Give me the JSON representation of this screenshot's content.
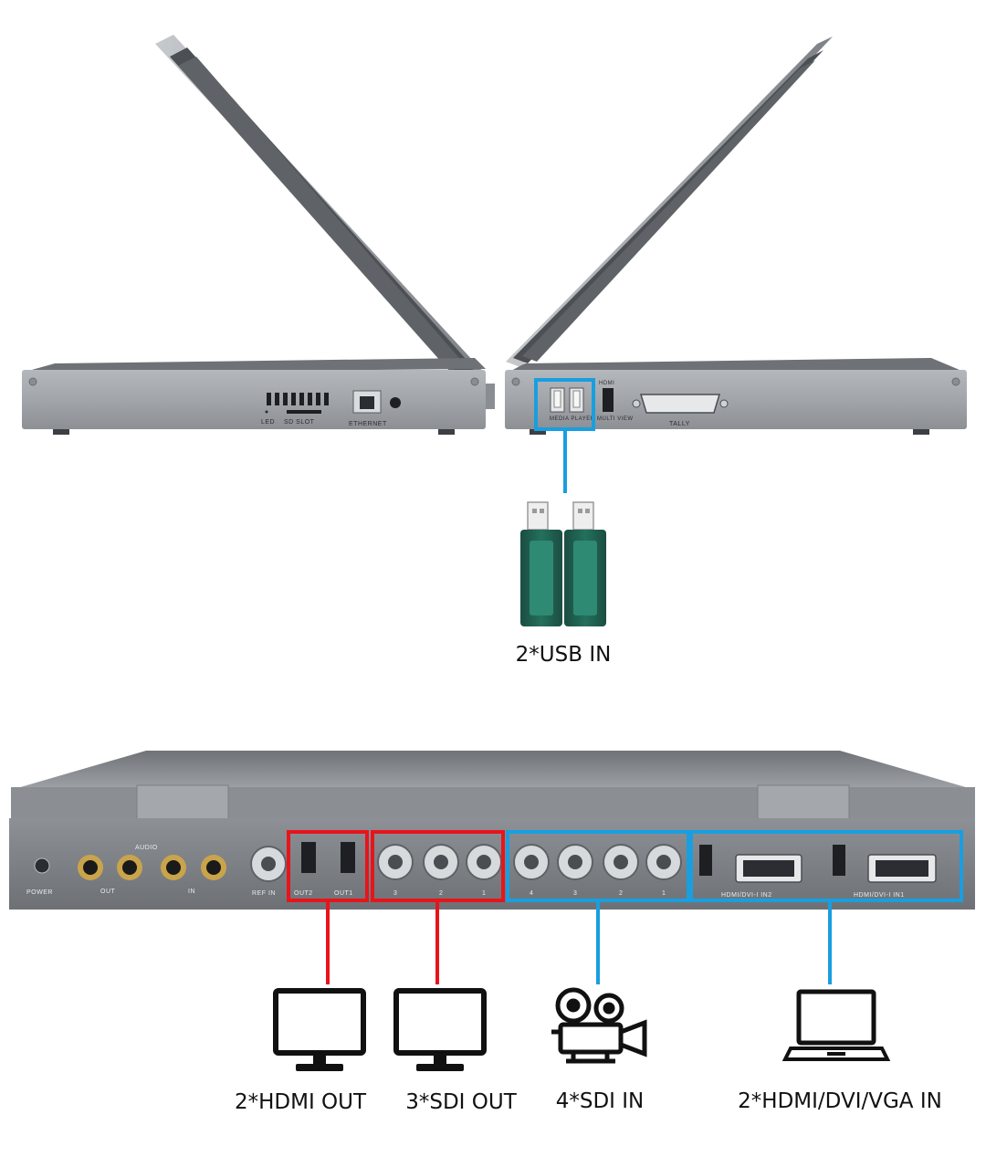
{
  "labels": {
    "usb_in": "2*USB IN",
    "hdmi_out": "2*HDMI OUT",
    "sdi_out": "3*SDI OUT",
    "sdi_in": "4*SDI IN",
    "hdmi_dvi_vga_in": "2*HDMI/DVI/VGA IN"
  },
  "panel_text": {
    "led": "LED",
    "sd_slot": "SD SLOT",
    "ethernet": "ETHERNET",
    "media_player": "MEDIA PLAYER",
    "hdmi": "HDMI",
    "multi_view": "MULTI VIEW",
    "tally": "TALLY",
    "power": "POWER",
    "audio": "AUDIO",
    "out": "OUT",
    "in": "IN",
    "ref_in": "REF IN",
    "out2": "OUT2",
    "out1": "OUT1",
    "sdi_out_nums": [
      "3",
      "2",
      "1"
    ],
    "sdi_in_nums": [
      "4",
      "3",
      "2",
      "1"
    ],
    "hdmi_dvi_in2": "HDMI/DVI-I IN2",
    "hdmi_dvi_in1": "HDMI/DVI-I IN1"
  },
  "colors": {
    "output_highlight": "#e8141c",
    "input_highlight": "#199ee0",
    "chassis": "#9ea3a9",
    "usb_body": "#1f5e4f"
  },
  "icons": [
    "usb-drive-icon",
    "monitor-icon",
    "video-camera-icon",
    "laptop-icon"
  ]
}
